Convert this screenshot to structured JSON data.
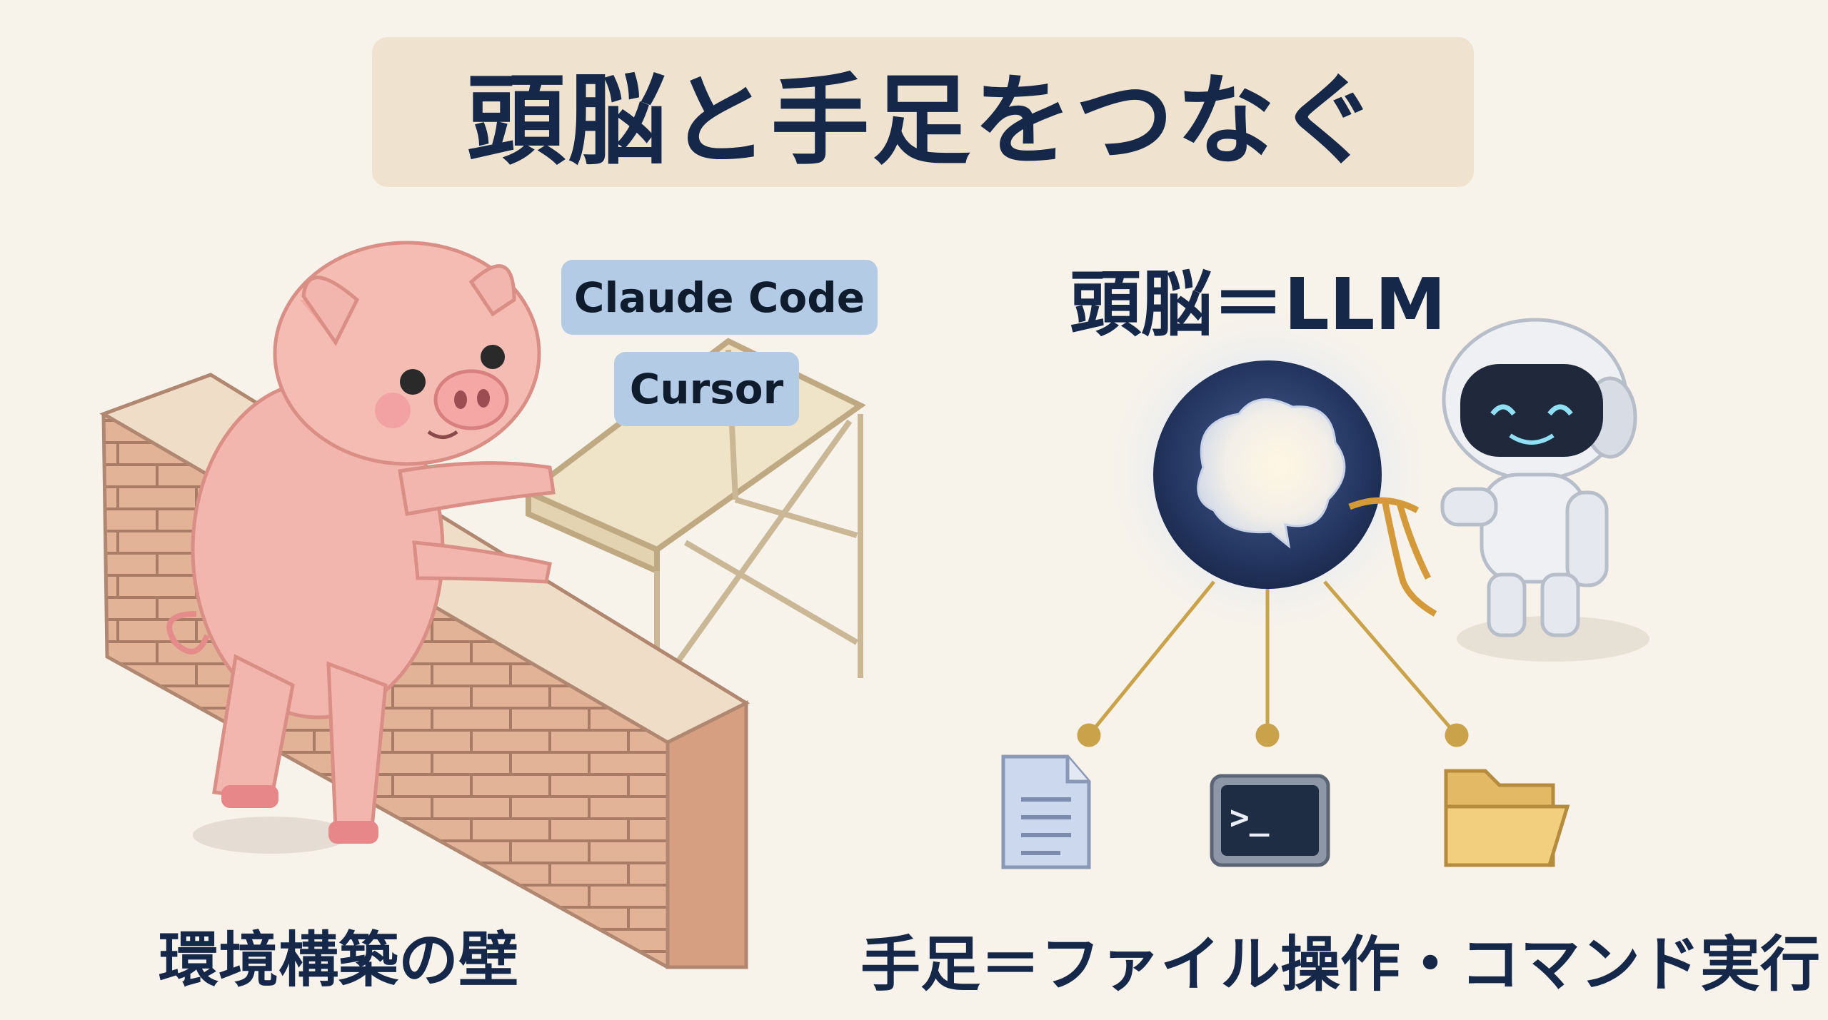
{
  "title": "頭脳と手足をつなぐ",
  "tags": {
    "claude_code": "Claude Code",
    "cursor": "Cursor"
  },
  "labels": {
    "brain": "頭脳＝LLM",
    "wall": "環境構築の壁",
    "hands": "手足＝ファイル操作・コマンド実行"
  },
  "icons": [
    "pig-icon",
    "brick-wall-icon",
    "scaffold-icon",
    "brain-orb-icon",
    "robot-icon",
    "rope-icon",
    "document-icon",
    "terminal-icon",
    "folder-icon"
  ],
  "terminal": {
    "prompt": ">_"
  },
  "colors": {
    "background": "#f8f3ea",
    "title_box": "#efe3cf",
    "navy_text": "#15284a",
    "tag_blue": "#b4cbe6",
    "connector_gold": "#c9a24a",
    "brick": "#dca98c",
    "pig_pink": "#f3b6ae"
  }
}
